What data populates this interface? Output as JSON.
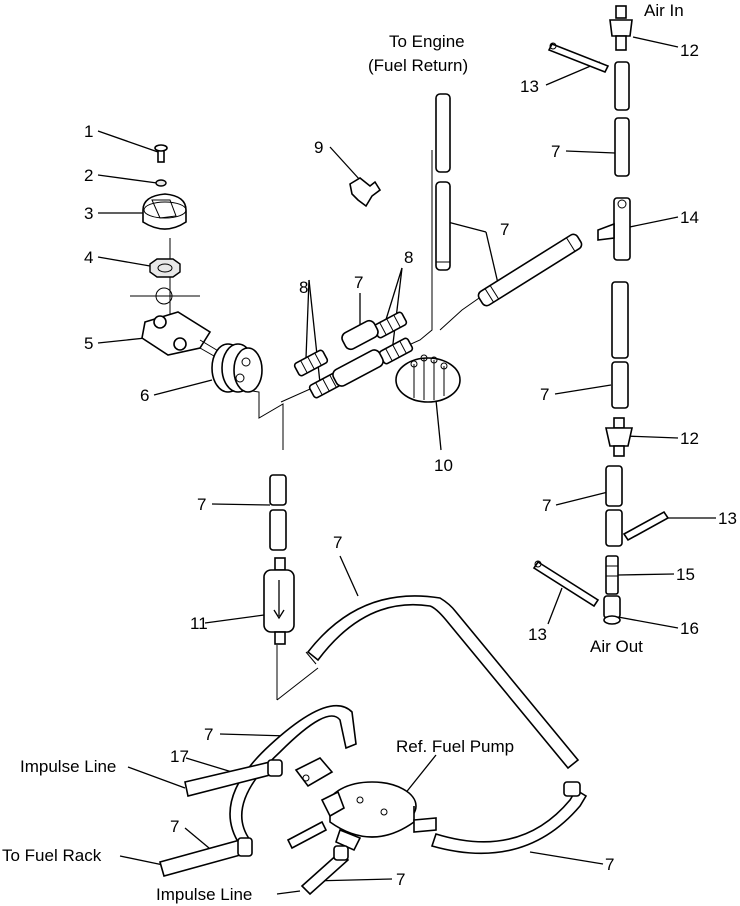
{
  "callouts": {
    "air_in": "Air In",
    "to_engine_line1": "To Engine",
    "to_engine_line2": "(Fuel Return)",
    "air_out": "Air Out",
    "ref_fuel_pump": "Ref. Fuel Pump",
    "impulse_line_top": "Impulse Line",
    "to_fuel_rack": "To Fuel Rack",
    "impulse_line_bottom": "Impulse Line"
  },
  "numbers": {
    "n1": "1",
    "n2": "2",
    "n3": "3",
    "n4": "4",
    "n5": "5",
    "n6": "6",
    "n7_a": "7",
    "n7_b": "7",
    "n7_c": "7",
    "n7_d": "7",
    "n7_e": "7",
    "n7_f": "7",
    "n7_g": "7",
    "n7_h": "7",
    "n7_i": "7",
    "n7_j": "7",
    "n7_k": "7",
    "n8_a": "8",
    "n8_b": "8",
    "n9": "9",
    "n10": "10",
    "n11": "11",
    "n12_a": "12",
    "n12_b": "12",
    "n13_a": "13",
    "n13_b": "13",
    "n13_c": "13",
    "n14": "14",
    "n15": "15",
    "n16": "16",
    "n17": "17"
  }
}
